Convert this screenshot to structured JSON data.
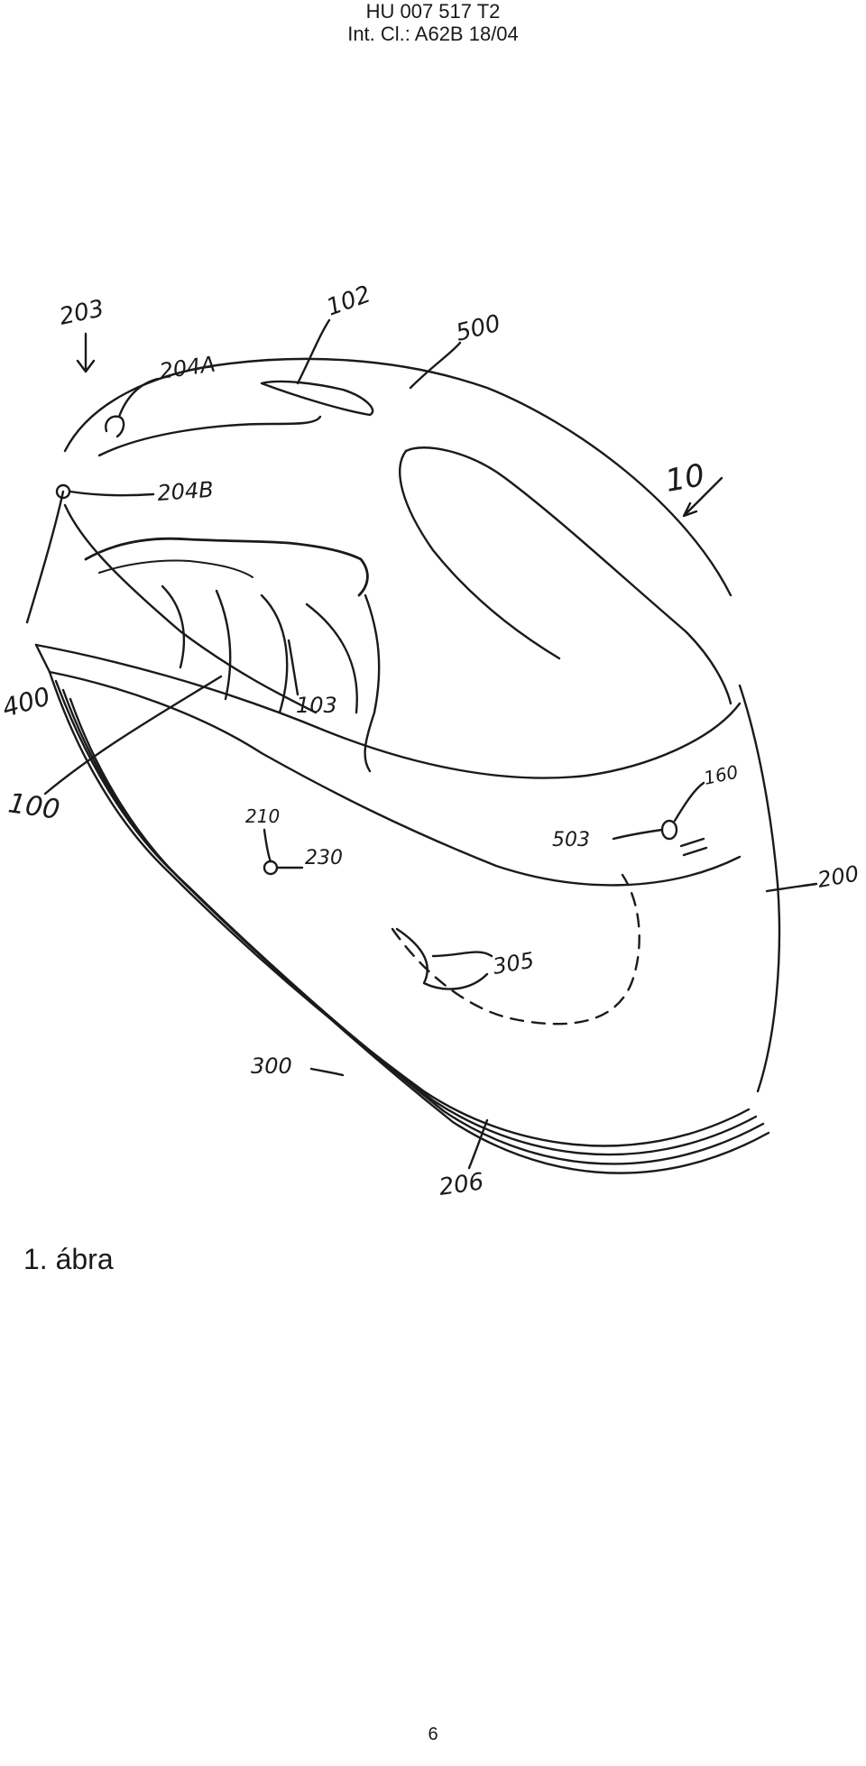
{
  "header": {
    "doc_number": "HU 007 517 T2",
    "classification": "Int. Cl.: A62B 18/04"
  },
  "figure": {
    "caption": "1. ábra",
    "reference_numerals": {
      "r203": "203",
      "r204a": "204A",
      "r204b": "204B",
      "r102": "102",
      "r500": "500",
      "r10": "10",
      "r400": "400",
      "r100": "100",
      "r103": "103",
      "r210": "210",
      "r230": "230",
      "r503": "503",
      "r160": "160",
      "r200": "200",
      "r305": "305",
      "r300": "300",
      "r206": "206"
    },
    "line_color": "#1a1a1a"
  },
  "footer": {
    "page_number": "6"
  }
}
